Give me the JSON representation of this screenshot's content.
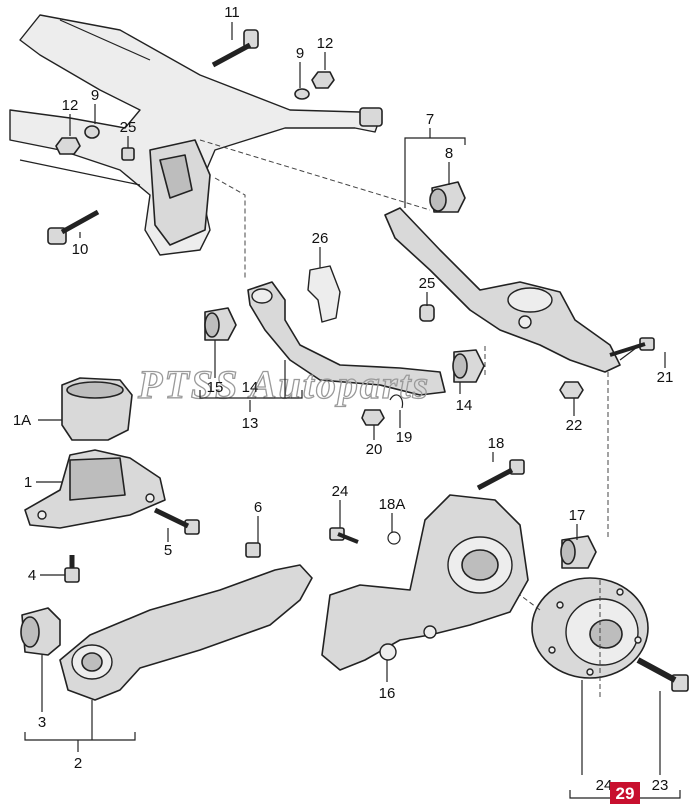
{
  "watermark": "PTSS Autoparts",
  "diagram_number": "29",
  "labels": {
    "l1": "1",
    "l1a": "1A",
    "l2": "2",
    "l3": "3",
    "l4": "4",
    "l5": "5",
    "l6": "6",
    "l7": "7",
    "l8": "8",
    "l9a": "9",
    "l9b": "9",
    "l10": "10",
    "l11": "11",
    "l12a": "12",
    "l12b": "12",
    "l13": "13",
    "l14a": "14",
    "l14b": "14",
    "l15": "15",
    "l16": "16",
    "l17": "17",
    "l18": "18",
    "l18a": "18A",
    "l19": "19",
    "l20": "20",
    "l21": "21",
    "l22": "22",
    "l23": "23",
    "l24a": "24",
    "l24b": "24",
    "l25a": "25",
    "l25b": "25",
    "l26": "26"
  },
  "colors": {
    "badge": "#c8102e",
    "line": "#222222",
    "part_fill": "#d9d9d9"
  }
}
